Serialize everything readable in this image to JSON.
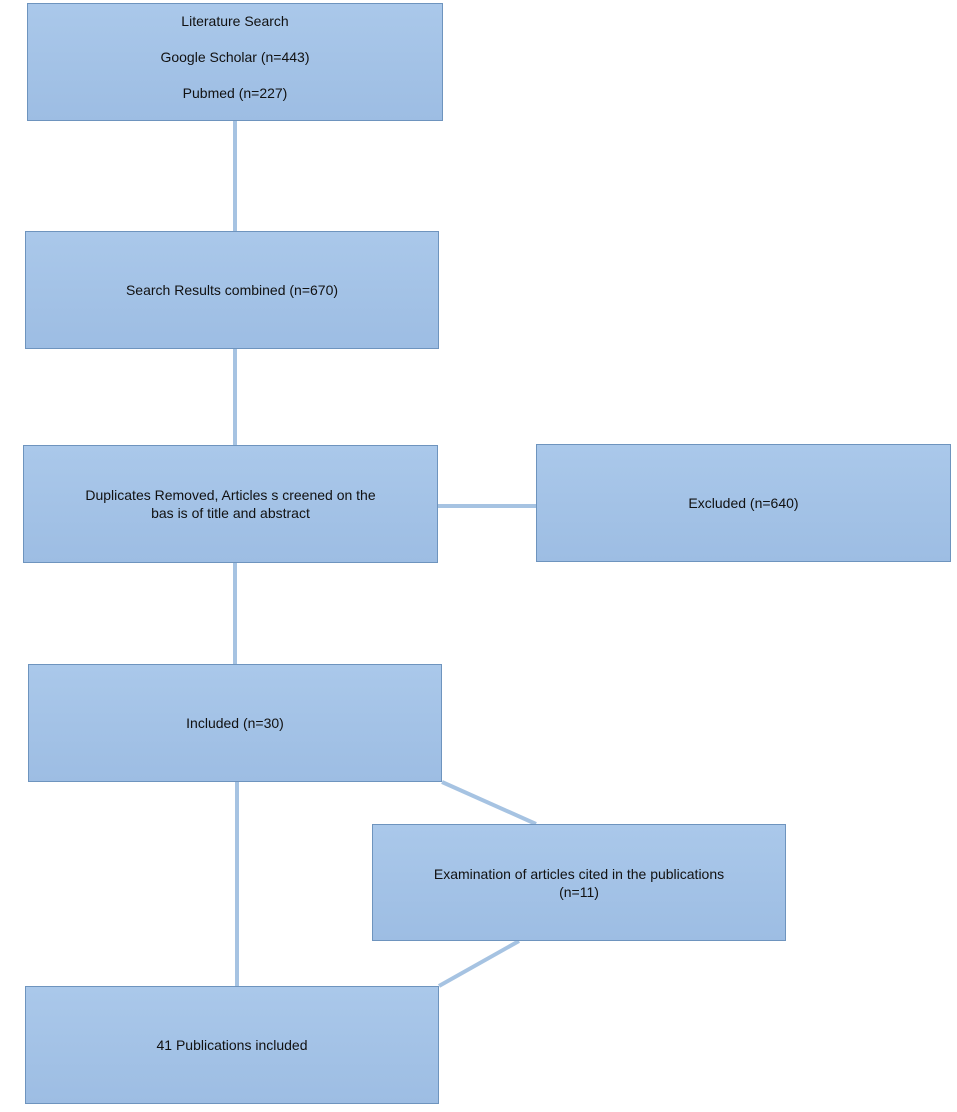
{
  "flowchart": {
    "literature_search": {
      "title": "Literature Search",
      "source_1": "Google Scholar (n=443)",
      "source_2": "Pubmed (n=227)"
    },
    "combined": {
      "label": "Search Results combined (n=670)"
    },
    "screened": {
      "label_line_1": "Duplicates Removed, Articles s creened on the",
      "label_line_2": "bas is of title and abstract"
    },
    "excluded": {
      "label": "Excluded (n=640)"
    },
    "included": {
      "label": "Included (n=30)"
    },
    "examination": {
      "label_line_1": "Examination of articles cited in the publications",
      "label_line_2": "(n=11)"
    },
    "final": {
      "label": "41 Publications included"
    },
    "colors": {
      "box_fill": "#a3c2e6",
      "box_border": "#6e94be",
      "connector": "#a6c3e2",
      "text": "#111111"
    }
  }
}
